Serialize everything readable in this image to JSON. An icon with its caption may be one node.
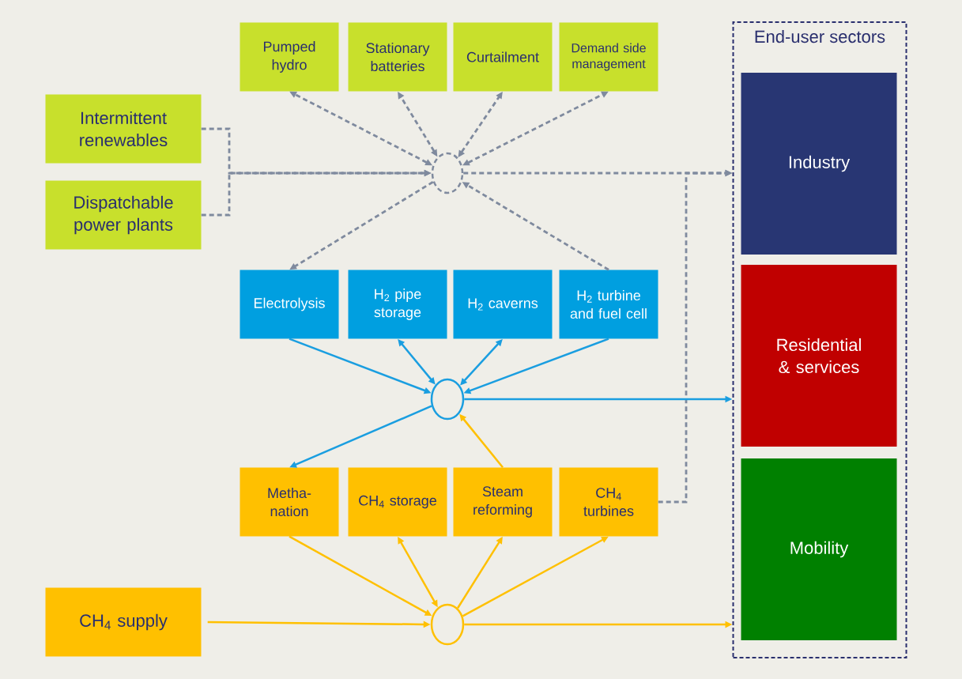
{
  "diagram": {
    "nodes": [
      {
        "text": [
          "Pumped hydro"
        ]
      },
      {
        "text": [
          "Stationary batteries"
        ]
      },
      {
        "text": [
          "Curtailment"
        ]
      },
      {
        "text": [
          "Demand side management"
        ]
      },
      {
        "text": [
          "Intermittent renewables"
        ]
      },
      {
        "text": [
          "Dispatchable power plants"
        ]
      },
      {
        "text": [],
        "shape": "circle"
      },
      {
        "text": [
          "Electrolysis"
        ]
      },
      {
        "text": [
          "H$_{2}$ pipe storage"
        ]
      },
      {
        "text": [
          "H$_{2}$ caverns"
        ]
      },
      {
        "text": [
          "H$_{2}$ turbine and fuel cell"
        ]
      },
      {
        "text": [],
        "shape": "circle"
      },
      {
        "text": [
          "Metha- nation"
        ]
      },
      {
        "text": [
          "CH$_{4}$ storage"
        ]
      },
      {
        "text": [
          "Steam reforming"
        ]
      },
      {
        "text": [
          "CH$_{4}$ turbines"
        ]
      },
      {
        "text": [
          "CH$_{4}$ supply"
        ]
      },
      {
        "text": [],
        "shape": "circle"
      },
      {
        "text": [
          "End-user sectors"
        ]
      },
      {
        "text": [
          "Industry"
        ],
        "in": 18
      },
      {
        "text": [
          "Residential & services"
        ],
        "in": 18
      },
      {
        "text": [
          "Mobility"
        ],
        "in": 18
      }
    ],
    "edges": [
      {
        "from": 6,
        "to": 0,
        "arrow": "both",
        "style": "dashed"
      },
      {
        "from": 6,
        "to": 1,
        "arrow": "both",
        "style": "dashed"
      },
      {
        "from": 6,
        "to": 2,
        "arrow": "both",
        "style": "dashed"
      },
      {
        "from": 6,
        "to": 3,
        "arrow": "both",
        "style": "dashed"
      },
      {
        "from": 4,
        "to": 6,
        "arrow": "to",
        "style": "dashed"
      },
      {
        "from": 5,
        "to": 6,
        "arrow": "to",
        "style": "dashed"
      },
      {
        "from": 6,
        "to": 7,
        "arrow": "to",
        "style": "dashed"
      },
      {
        "from": 10,
        "to": 6,
        "arrow": "to",
        "style": "dashed"
      },
      {
        "from": 6,
        "to": 18,
        "arrow": "to",
        "style": "dashed"
      },
      {
        "from": 15,
        "to": 18,
        "arrow": "to",
        "style": "dashed"
      },
      {
        "from": 7,
        "to": 11,
        "arrow": "to",
        "color": "#1a9ee0"
      },
      {
        "from": 11,
        "to": 8,
        "arrow": "both",
        "color": "#1a9ee0"
      },
      {
        "from": 11,
        "to": 9,
        "arrow": "both",
        "color": "#1a9ee0"
      },
      {
        "from": 10,
        "to": 11,
        "arrow": "to",
        "color": "#1a9ee0"
      },
      {
        "from": 11,
        "to": 18,
        "arrow": "to",
        "color": "#1a9ee0"
      },
      {
        "from": 11,
        "to": 12,
        "arrow": "to",
        "color": "#1a9ee0"
      },
      {
        "from": 14,
        "to": 11,
        "arrow": "to",
        "color": "#ffc000"
      },
      {
        "from": 12,
        "to": 17,
        "arrow": "to",
        "color": "#ffc000"
      },
      {
        "from": 17,
        "to": 13,
        "arrow": "both",
        "color": "#ffc000"
      },
      {
        "from": 17,
        "to": 14,
        "arrow": "to",
        "color": "#ffc000"
      },
      {
        "from": 17,
        "to": 15,
        "arrow": "to",
        "color": "#ffc000"
      },
      {
        "from": 16,
        "to": 17,
        "arrow": "to",
        "color": "#ffc000"
      },
      {
        "from": 17,
        "to": 18,
        "arrow": "to",
        "color": "#ffc000"
      }
    ]
  }
}
